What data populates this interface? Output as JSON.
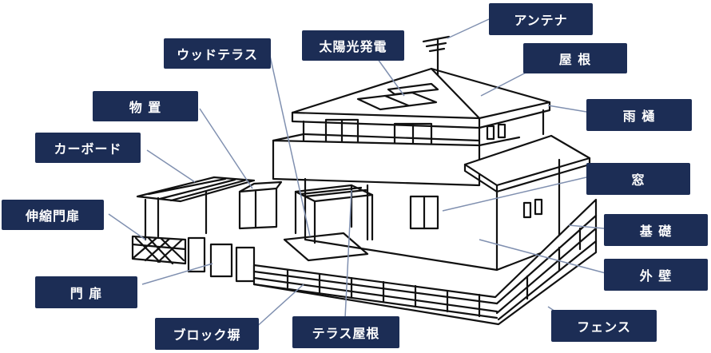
{
  "labels": {
    "antenna": "アンテナ",
    "solar": "太陽光発電",
    "wood_terrace": "ウッドテラス",
    "roof": "屋 根",
    "storage": "物 置",
    "gutter": "雨 樋",
    "carport": "カーボード",
    "window": "窓",
    "extension_gate": "伸縮門扉",
    "foundation": "基 礎",
    "outer_wall": "外 壁",
    "gate": "門 扉",
    "fence": "フェンス",
    "block_wall": "ブロック塀",
    "terrace_roof": "テラス屋根"
  },
  "colors": {
    "label_bg": "#1c2d55",
    "label_text": "#ffffff",
    "line": "#111111",
    "leader": "#8090b0"
  }
}
